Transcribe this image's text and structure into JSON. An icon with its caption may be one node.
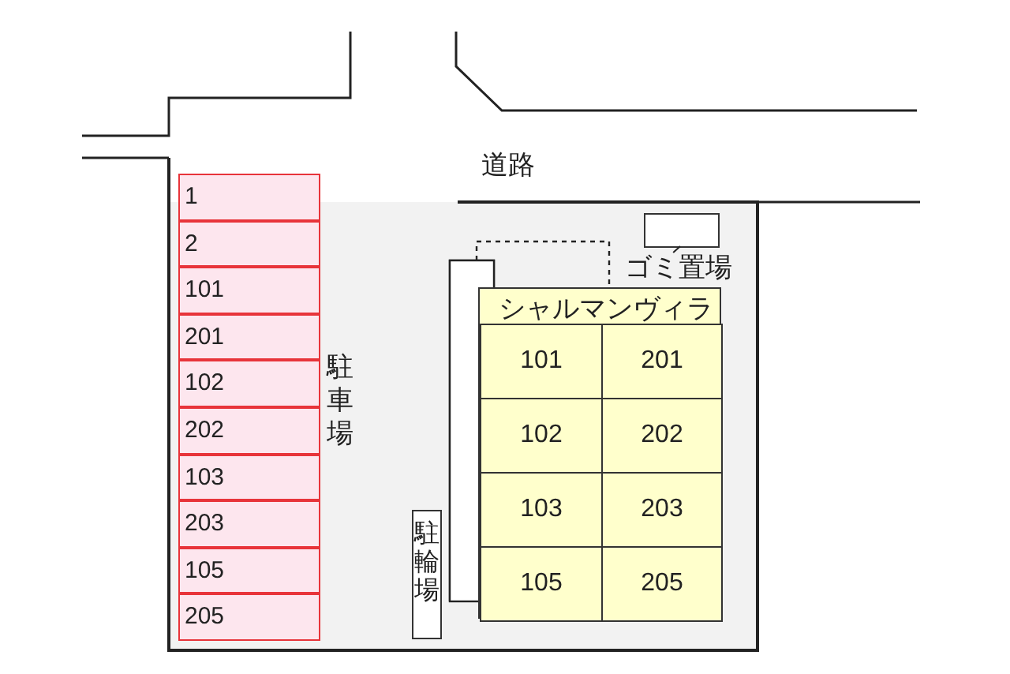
{
  "diagram": {
    "nodes": [
      {
        "text": [
          "1"
        ]
      },
      {
        "text": [
          "2"
        ]
      },
      {
        "text": [
          "101"
        ]
      },
      {
        "text": [
          "201"
        ]
      },
      {
        "text": [
          "102"
        ]
      },
      {
        "text": [
          "202"
        ]
      },
      {
        "text": [
          "103"
        ]
      },
      {
        "text": [
          "203"
        ]
      },
      {
        "text": [
          "105"
        ]
      },
      {
        "text": [
          "205"
        ]
      },
      {
        "text": [
          "シャルマンヴィラ"
        ]
      },
      {
        "text": [
          "101"
        ],
        "in": 10
      },
      {
        "text": [
          "201"
        ],
        "in": 10
      },
      {
        "text": [
          "102"
        ],
        "in": 10
      },
      {
        "text": [
          "202"
        ],
        "in": 10
      },
      {
        "text": [
          "103"
        ],
        "in": 10
      },
      {
        "text": [
          "203"
        ],
        "in": 10
      },
      {
        "text": [
          "105"
        ],
        "in": 10
      },
      {
        "text": [
          "205"
        ],
        "in": 10
      },
      {
        "text": [
          "駐輪場"
        ]
      },
      {
        "text": [],
        "shape": "box"
      },
      {
        "text": [
          "ゴミ置場"
        ]
      }
    ],
    "edges": [
      {
        "from": 21,
        "to": 20,
        "arrow": "none"
      }
    ],
    "labels": [
      "道路",
      "駐車場"
    ]
  }
}
